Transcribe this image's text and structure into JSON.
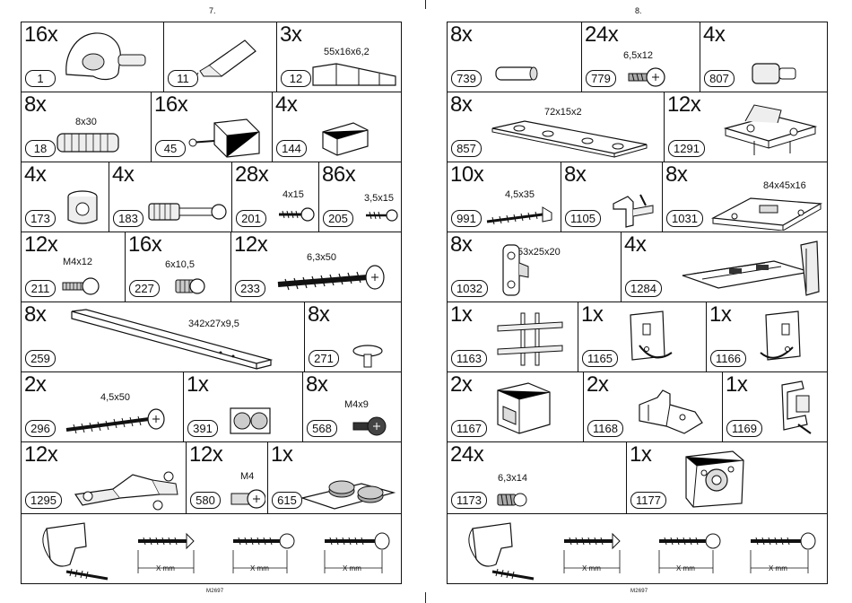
{
  "left_page": {
    "page_number": "7.",
    "footer_code": "M2697",
    "parts": {
      "p1": {
        "qty": "16x",
        "code": "1",
        "icon": "cam-lock-housing-icon"
      },
      "p11": {
        "qty": "",
        "code": "11",
        "icon": "glue-tube-icon"
      },
      "p12": {
        "qty": "3x",
        "code": "12",
        "size": "55x16x6,2",
        "icon": "wedge-shim-icon"
      },
      "p18": {
        "qty": "8x",
        "code": "18",
        "size": "8x30",
        "icon": "wooden-dowel-icon"
      },
      "p45": {
        "qty": "16x",
        "code": "45",
        "icon": "angle-bracket-screw-icon"
      },
      "p144": {
        "qty": "4x",
        "code": "144",
        "icon": "plastic-cap-icon"
      },
      "p173": {
        "qty": "4x",
        "code": "173",
        "icon": "cam-lock-icon"
      },
      "p183": {
        "qty": "4x",
        "code": "183",
        "icon": "connector-bolt-icon"
      },
      "p201": {
        "qty": "28x",
        "code": "201",
        "size": "4x15",
        "icon": "screw-icon"
      },
      "p205": {
        "qty": "86x",
        "code": "205",
        "size": "3,5x15",
        "icon": "screw-icon"
      },
      "p211": {
        "qty": "12x",
        "code": "211",
        "size": "M4x12",
        "icon": "machine-screw-icon"
      },
      "p227": {
        "qty": "16x",
        "code": "227",
        "size": "6x10,5",
        "icon": "insert-nut-icon"
      },
      "p233": {
        "qty": "12x",
        "code": "233",
        "size": "6,3x50",
        "icon": "long-screw-icon"
      },
      "p259": {
        "qty": "8x",
        "code": "259",
        "size": "342x27x9,5",
        "icon": "drawer-rail-icon"
      },
      "p271": {
        "qty": "8x",
        "code": "271",
        "icon": "shelf-pin-icon"
      },
      "p296": {
        "qty": "2x",
        "code": "296",
        "size": "4,5x50",
        "icon": "wood-screw-icon"
      },
      "p391": {
        "qty": "1x",
        "code": "391",
        "icon": "cover-caps-sheet-icon"
      },
      "p568": {
        "qty": "8x",
        "code": "568",
        "size": "M4x9",
        "icon": "bolt-icon"
      },
      "p1295": {
        "qty": "12x",
        "code": "1295",
        "icon": "hinge-icon"
      },
      "p580": {
        "qty": "12x",
        "code": "580",
        "size": "M4",
        "icon": "sleeve-nut-icon"
      },
      "p615": {
        "qty": "1x",
        "code": "615",
        "icon": "bumper-pads-icon"
      }
    },
    "bottom_labels": [
      "X mm",
      "X mm",
      "X mm"
    ]
  },
  "right_page": {
    "page_number": "8.",
    "footer_code": "M2697",
    "parts": {
      "p739": {
        "qty": "8x",
        "code": "739",
        "icon": "dowel-pin-icon"
      },
      "p779": {
        "qty": "24x",
        "code": "779",
        "size": "6,5x12",
        "icon": "screw-icon"
      },
      "p807": {
        "qty": "4x",
        "code": "807",
        "icon": "plug-icon"
      },
      "p857": {
        "qty": "8x",
        "code": "857",
        "size": "72x15x2",
        "icon": "mending-plate-icon"
      },
      "p1291": {
        "qty": "12x",
        "code": "1291",
        "icon": "hinge-base-icon"
      },
      "p991": {
        "qty": "10x",
        "code": "991",
        "size": "4,5x35",
        "icon": "screw-icon"
      },
      "p1105": {
        "qty": "8x",
        "code": "1105",
        "icon": "shelf-support-icon"
      },
      "p1031": {
        "qty": "8x",
        "code": "1031",
        "size": "84x45x16",
        "icon": "bracket-icon"
      },
      "p1032": {
        "qty": "8x",
        "code": "1032",
        "size": "53x25x20",
        "icon": "hanger-bracket-icon"
      },
      "p1284": {
        "qty": "4x",
        "code": "1284",
        "icon": "rail-hanger-icon"
      },
      "p1163": {
        "qty": "1x",
        "code": "1163",
        "icon": "clip-icon"
      },
      "p1165": {
        "qty": "1x",
        "code": "1165",
        "icon": "hook-plate-icon"
      },
      "p1166": {
        "qty": "1x",
        "code": "1166",
        "icon": "hook-plate-icon"
      },
      "p1167": {
        "qty": "2x",
        "code": "1167",
        "icon": "guide-block-icon"
      },
      "p1168": {
        "qty": "2x",
        "code": "1168",
        "icon": "latch-icon"
      },
      "p1169": {
        "qty": "1x",
        "code": "1169",
        "icon": "clamp-icon"
      },
      "p1173": {
        "qty": "24x",
        "code": "1173",
        "size": "6,3x14",
        "icon": "screw-icon"
      },
      "p1177": {
        "qty": "1x",
        "code": "1177",
        "icon": "roller-plate-icon"
      }
    },
    "bottom_labels": [
      "X mm",
      "X mm",
      "X mm"
    ]
  }
}
